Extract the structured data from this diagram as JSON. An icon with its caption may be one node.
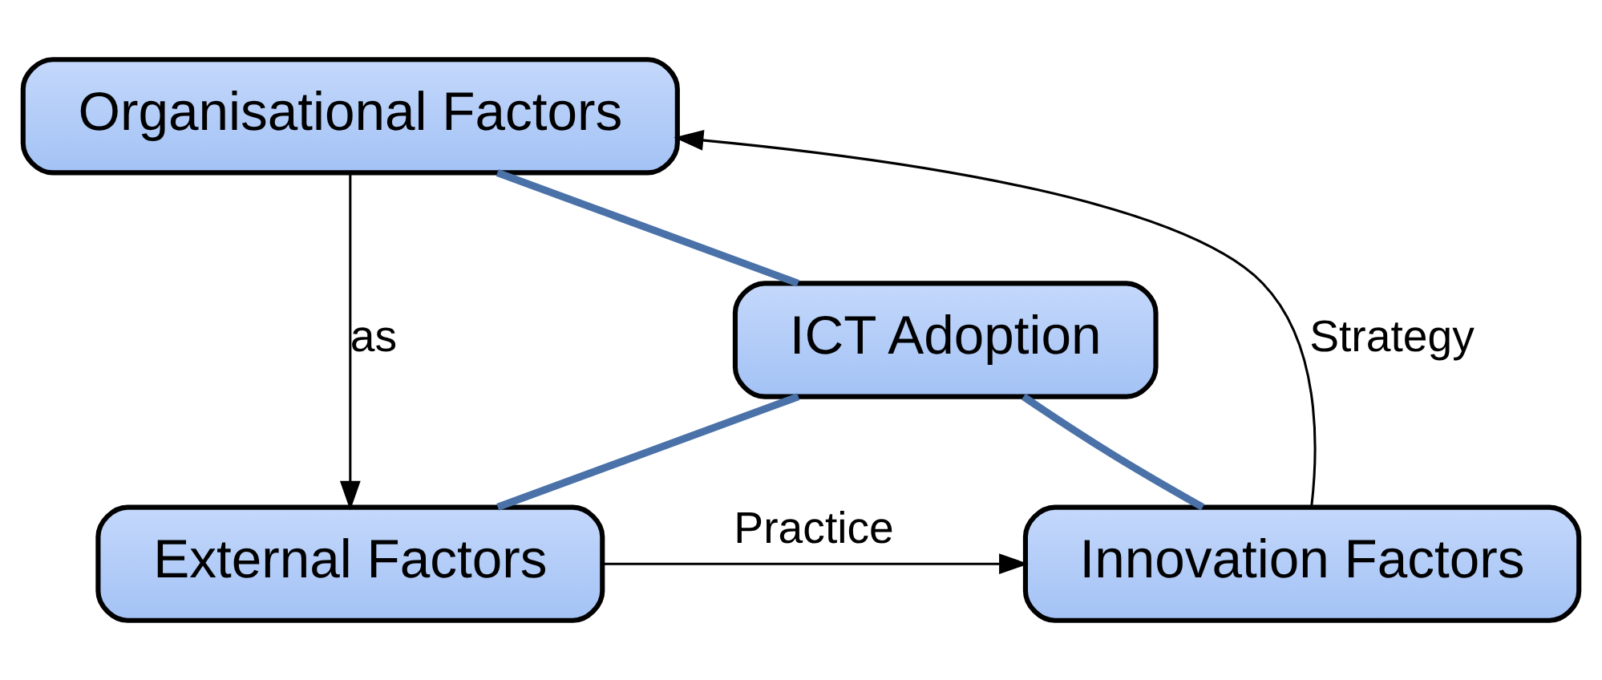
{
  "diagram": {
    "nodes": [
      {
        "text": [
          "Organisational Factors"
        ]
      },
      {
        "text": [
          "ICT Adoption"
        ]
      },
      {
        "text": [
          "Innovation Factors"
        ]
      },
      {
        "text": [
          "External Factors"
        ]
      }
    ],
    "edges": [
      {
        "from": 0,
        "to": 3,
        "arrow": "to",
        "label": "as"
      },
      {
        "from": 3,
        "to": 2,
        "arrow": "to",
        "label": "Practice"
      },
      {
        "from": 2,
        "to": 0,
        "arrow": "to",
        "label": "Strategy"
      },
      {
        "from": 1,
        "to": 0,
        "arrow": "none",
        "style": "thick",
        "color": "#4a72a8"
      },
      {
        "from": 1,
        "to": 2,
        "arrow": "none",
        "style": "thick",
        "color": "#4a72a8"
      },
      {
        "from": 1,
        "to": 3,
        "arrow": "none",
        "style": "thick",
        "color": "#4a72a8"
      }
    ]
  }
}
